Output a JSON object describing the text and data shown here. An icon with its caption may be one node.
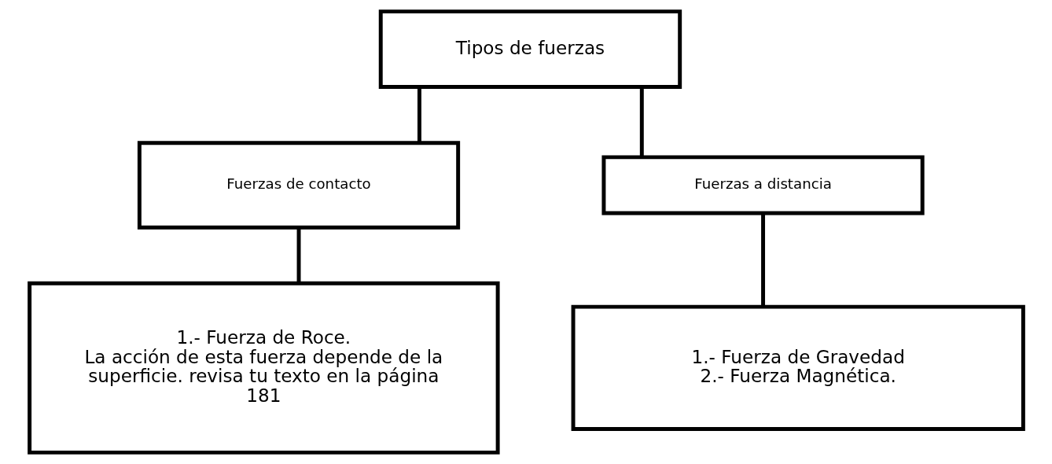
{
  "diagram": {
    "nodes": [
      {
        "text": [
          "Tipos de fuerzas"
        ]
      },
      {
        "text": [
          "Fuerzas de contacto"
        ]
      },
      {
        "text": [
          "Fuerzas a distancia"
        ]
      },
      {
        "text": [
          "1.- Fuerza de Roce.",
          "La acción de esta fuerza depende de la superficie. revisa tu texto en la página 181"
        ]
      },
      {
        "text": [
          "1.- Fuerza de Gravedad",
          "2.- Fuerza Magnética."
        ]
      }
    ],
    "edges": [
      {
        "from": 0,
        "to": 1,
        "arrow": "none"
      },
      {
        "from": 0,
        "to": 2,
        "arrow": "none"
      },
      {
        "from": 1,
        "to": 3,
        "arrow": "none"
      },
      {
        "from": 2,
        "to": 4,
        "arrow": "none"
      }
    ]
  }
}
